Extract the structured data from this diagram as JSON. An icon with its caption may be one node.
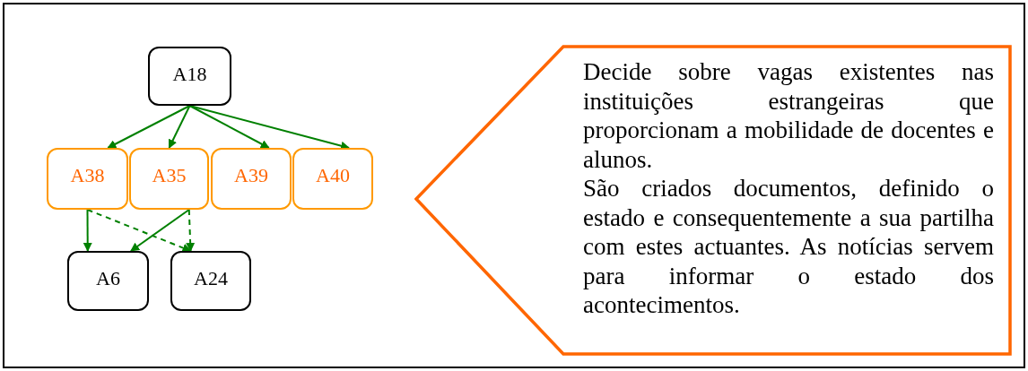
{
  "diagram": {
    "nodes": [
      {
        "text": [
          "A18"
        ]
      },
      {
        "text": [
          "A38"
        ]
      },
      {
        "text": [
          "A35"
        ]
      },
      {
        "text": [
          "A39"
        ]
      },
      {
        "text": [
          "A40"
        ]
      },
      {
        "text": [
          "A6"
        ]
      },
      {
        "text": [
          "A24"
        ]
      },
      {
        "text": [
          "Decide sobre vagas existentes nas instituições estrangeiras que proporcionam a mobilidade de docentes e alunos.",
          "São criados documentos, definido o estado e consequentemente a sua partilha com estes actuantes. As notícias servem para informar o estado dos acontecimentos."
        ]
      }
    ],
    "edges": [
      {
        "from": 0,
        "to": 1,
        "arrow": "to"
      },
      {
        "from": 0,
        "to": 2,
        "arrow": "to"
      },
      {
        "from": 0,
        "to": 3,
        "arrow": "to"
      },
      {
        "from": 0,
        "to": 4,
        "arrow": "to"
      },
      {
        "from": 1,
        "to": 5,
        "arrow": "to"
      },
      {
        "from": 1,
        "to": 6,
        "arrow": "to",
        "style": "dashed"
      },
      {
        "from": 2,
        "to": 5,
        "arrow": "to"
      },
      {
        "from": 2,
        "to": 6,
        "arrow": "to",
        "style": "dashed"
      }
    ]
  }
}
